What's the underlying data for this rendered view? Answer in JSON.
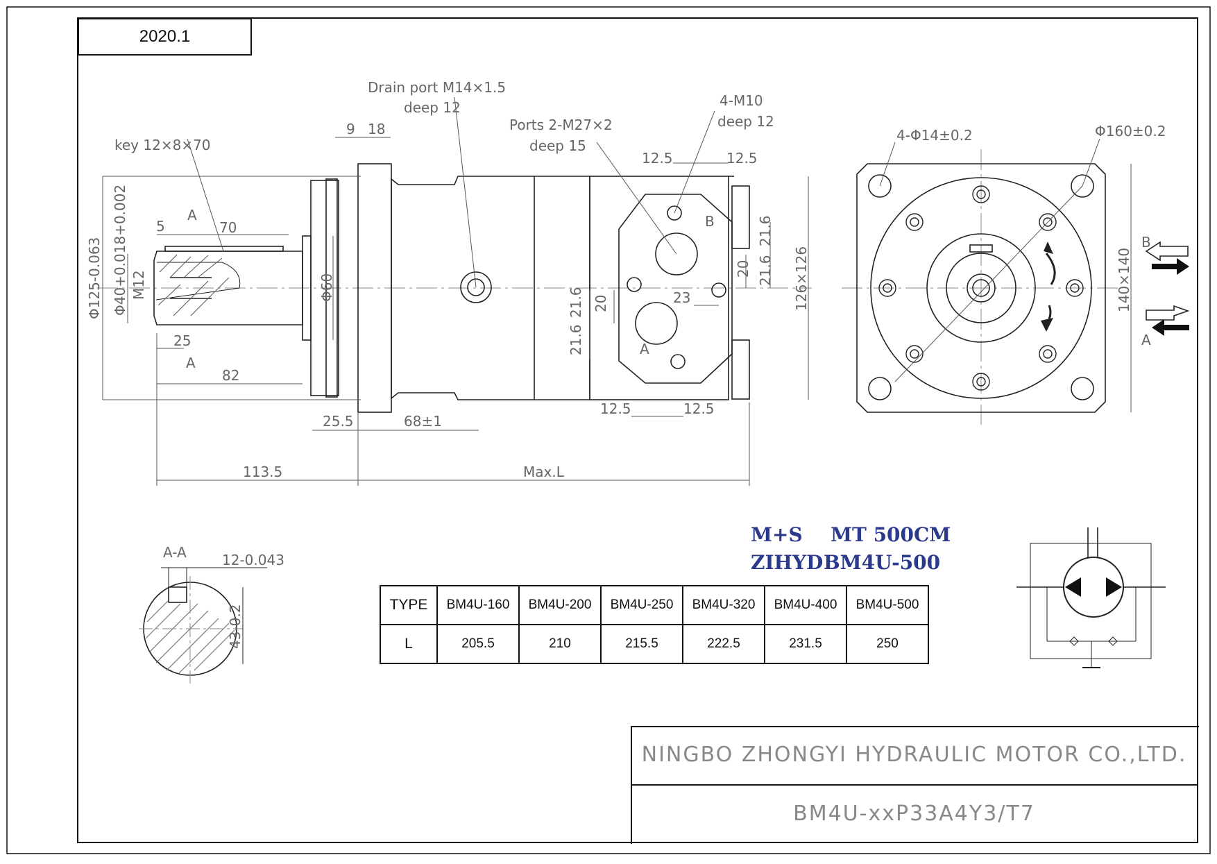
{
  "date": "2020.1",
  "labels": {
    "key": "key 12×8×70",
    "drain_port": "Drain port M14×1.5",
    "drain_deep": "deep 12",
    "ports": "Ports 2-M27×2",
    "ports_deep": "deep 15",
    "m10": "4-M10",
    "m10_deep": "deep 12",
    "holes": "4-Φ14±0.2",
    "pcd": "Φ160±0.2",
    "section": "A-A",
    "section_top": "A",
    "section_bottom": "A",
    "port_b": "B",
    "port_a": "A",
    "flow_b": "B",
    "flow_a": "A"
  },
  "dims": {
    "d9": "9",
    "d18": "18",
    "d5": "5",
    "d70": "70",
    "d25": "25",
    "d82": "82",
    "d25_5": "25.5",
    "d68": "68±1",
    "d113_5": "113.5",
    "max_l": "Max.L",
    "d12_5_a": "12.5",
    "d12_5_b": "12.5",
    "d12_5_c": "12.5",
    "d12_5_d": "12.5",
    "d21_6_a": "21.6",
    "d21_6_b": "21.6",
    "d21_6_c": "21.6",
    "d21_6_d": "21.6",
    "d20_a": "20",
    "d20_b": "20",
    "d23": "23",
    "d126": "126×126",
    "d140": "140×140",
    "phi125": "Φ125-0.063",
    "phi40": "Φ40+0.018+0.002",
    "m12": "M12",
    "phi60": "Φ60",
    "key12": "12-0.043",
    "d43": "43-0.2"
  },
  "brand": {
    "line1_left": "M+S",
    "line1_right": "MT 500CM",
    "line2_left": "ZIHYD",
    "line2_right": "BM4U-500"
  },
  "table": {
    "header": [
      "TYPE",
      "BM4U-160",
      "BM4U-200",
      "BM4U-250",
      "BM4U-320",
      "BM4U-400",
      "BM4U-500"
    ],
    "row": [
      "L",
      "205.5",
      "210",
      "215.5",
      "222.5",
      "231.5",
      "250"
    ]
  },
  "title_block": {
    "company": "NINGBO ZHONGYI HYDRAULIC MOTOR CO.,LTD.",
    "model": "BM4U-xxP33A4Y3/T7"
  }
}
